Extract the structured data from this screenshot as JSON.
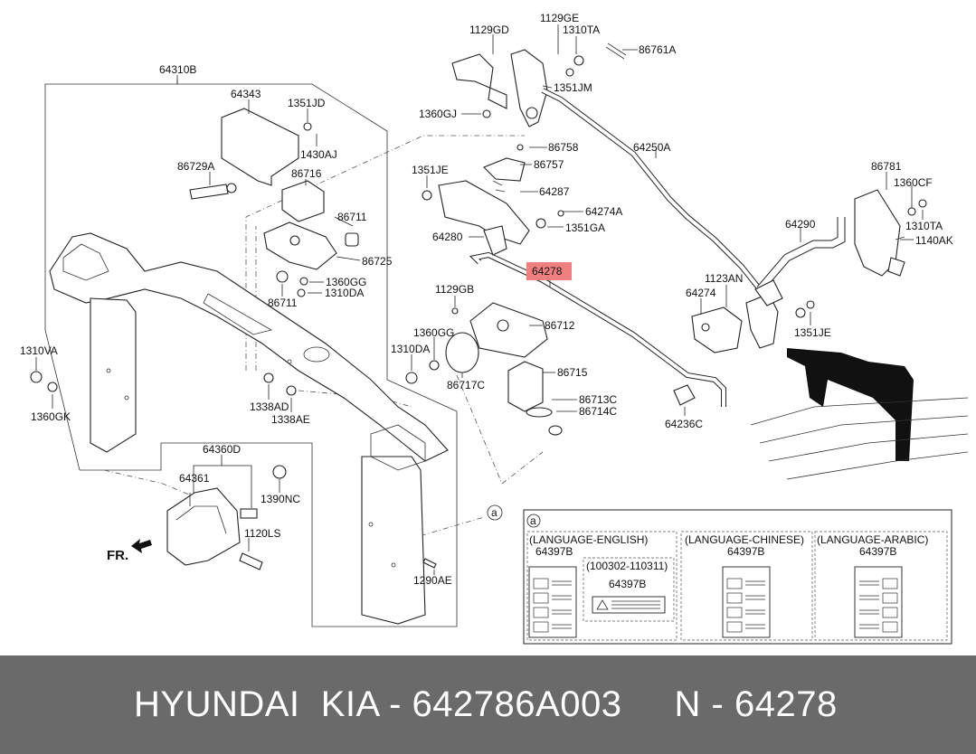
{
  "diagram": {
    "labels": {
      "l64310B": "64310B",
      "l64343": "64343",
      "l1351JD": "1351JD",
      "l1430AJ": "1430AJ",
      "l86729A": "86729A",
      "l86716": "86716",
      "l86711a": "86711",
      "l86725": "86725",
      "l1360GGa": "1360GG",
      "l1310DAa": "1310DA",
      "l86711b": "86711",
      "l1310VA": "1310VA",
      "l1360GK": "1360GK",
      "l1338AD": "1338AD",
      "l1338AE": "1338AE",
      "l64360D": "64360D",
      "l64361": "64361",
      "l1390NC": "1390NC",
      "l1120LS": "1120LS",
      "l1290AE": "1290AE",
      "lFR": "FR.",
      "l1129GD": "1129GD",
      "l1129GE": "1129GE",
      "l1310TAa": "1310TA",
      "l86761A": "86761A",
      "l1351JM": "1351JM",
      "l1360GJ": "1360GJ",
      "l86758": "86758",
      "l86757": "86757",
      "l1351JEa": "1351JE",
      "l64287": "64287",
      "l64274A": "64274A",
      "l1351GA": "1351GA",
      "l64280": "64280",
      "l64278": "64278",
      "l1129GB": "1129GB",
      "l86712": "86712",
      "l1360GGb": "1360GG",
      "l1310DAb": "1310DA",
      "l86715": "86715",
      "l86717C": "86717C",
      "l86713C": "86713C",
      "l86714C": "86714C",
      "l64236C": "64236C",
      "l64250A": "64250A",
      "l86781": "86781",
      "l1360CF": "1360CF",
      "l1310TAb": "1310TA",
      "l1140AK": "1140AK",
      "l64290": "64290",
      "l1123AN": "1123AN",
      "l64274": "64274",
      "l1351JEb": "1351JE",
      "calloutA": "a"
    },
    "inset": {
      "marker": "a",
      "english": "(LANGUAGE-ENGLISH)",
      "chinese": "(LANGUAGE-CHINESE)",
      "arabic": "(LANGUAGE-ARABIC)",
      "part_english": "64397B",
      "part_chinese": "64397B",
      "part_arabic": "64397B",
      "period": "(100302-110311)",
      "part_period": "64397B"
    },
    "highlight_color": "#f08080"
  },
  "footer": {
    "text": "HYUNDAI  KIA - 642786A003     N - 64278"
  }
}
